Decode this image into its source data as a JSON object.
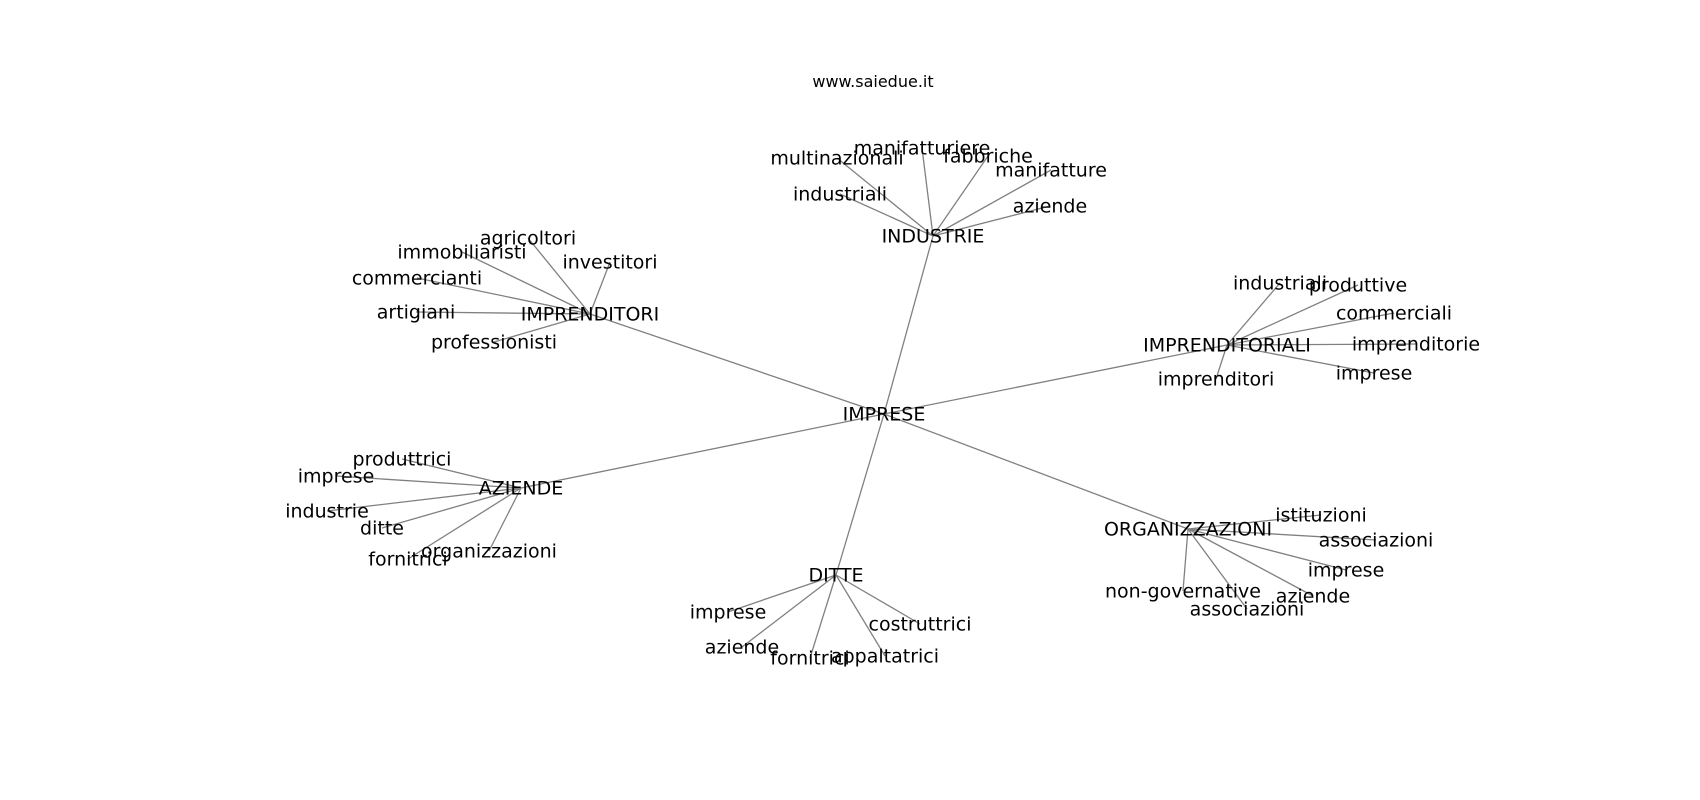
{
  "site": "www.saiedue.it",
  "graph": {
    "center": "IMPRESE",
    "clusters": [
      {
        "hub": "INDUSTRIE",
        "leaves": [
          "manifatturiere",
          "multinazionali",
          "fabbriche",
          "manifatture",
          "industriali",
          "aziende"
        ]
      },
      {
        "hub": "IMPRENDITORI",
        "leaves": [
          "agricoltori",
          "immobiliaristi",
          "investitori",
          "commercianti",
          "artigiani",
          "professionisti"
        ]
      },
      {
        "hub": "IMPRENDITORIALI",
        "leaves": [
          "industriali",
          "produttive",
          "commerciali",
          "imprenditorie",
          "imprese",
          "imprenditori"
        ]
      },
      {
        "hub": "AZIENDE",
        "leaves": [
          "produttrici",
          "imprese",
          "industrie",
          "ditte",
          "fornitrici",
          "organizzazioni"
        ]
      },
      {
        "hub": "ORGANIZZAZIONI",
        "leaves": [
          "istituzioni",
          "associazioni",
          "imprese",
          "aziende",
          "associazioni",
          "non-governative"
        ]
      },
      {
        "hub": "DITTE",
        "leaves": [
          "imprese",
          "aziende",
          "fornitrici",
          "appaltatrici",
          "costruttrici"
        ]
      }
    ]
  }
}
